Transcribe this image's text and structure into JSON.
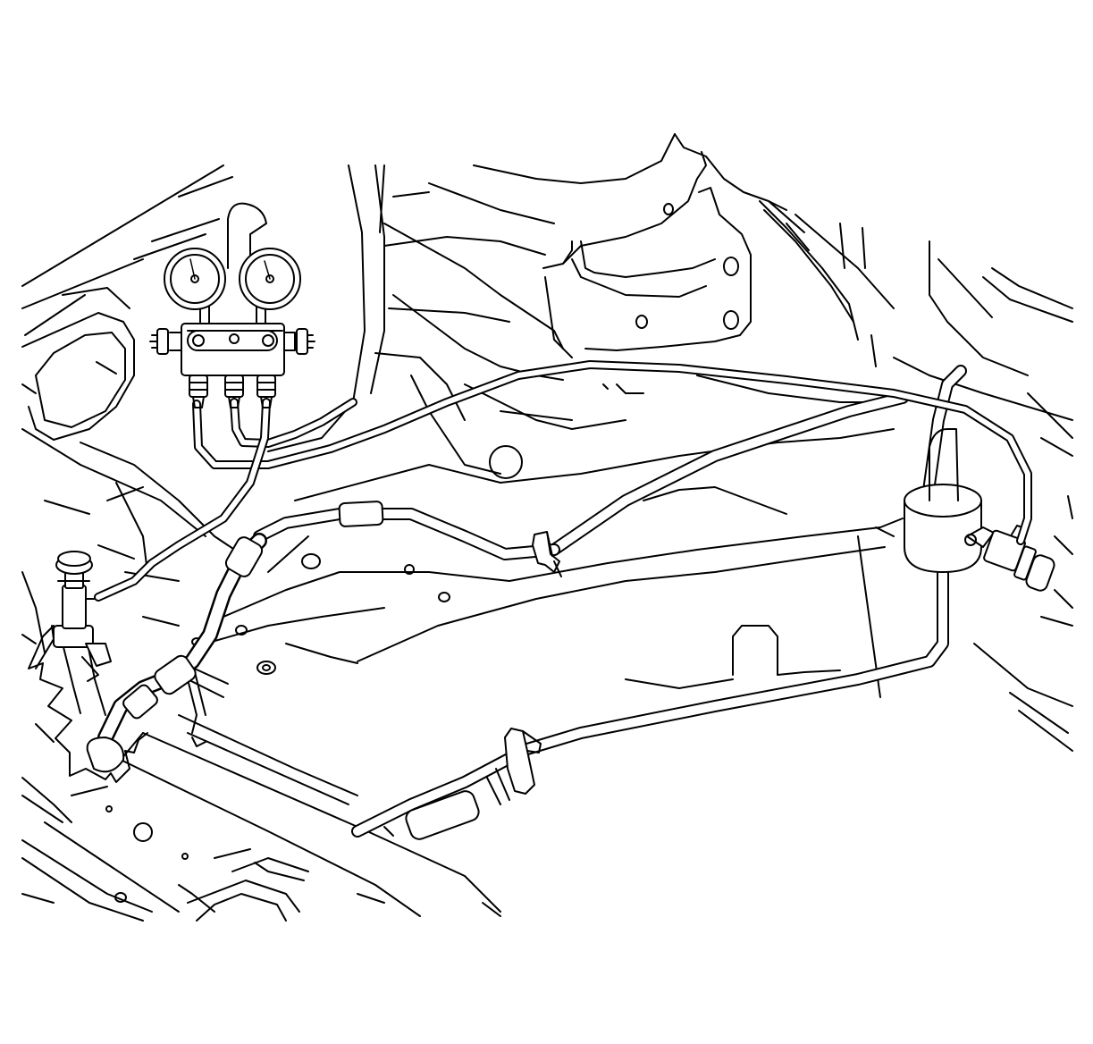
{
  "figure": {
    "type": "line-illustration",
    "components": [
      "manifold-gauge-set",
      "low-pressure-gauge",
      "high-pressure-gauge",
      "manifold-hoses",
      "low-side-service-coupler",
      "high-side-service-coupler",
      "ac-refrigerant-line",
      "line-retaining-clip",
      "accumulator",
      "vehicle-body-structure"
    ],
    "colors": {
      "line": "#000000",
      "background": "#ffffff"
    }
  }
}
